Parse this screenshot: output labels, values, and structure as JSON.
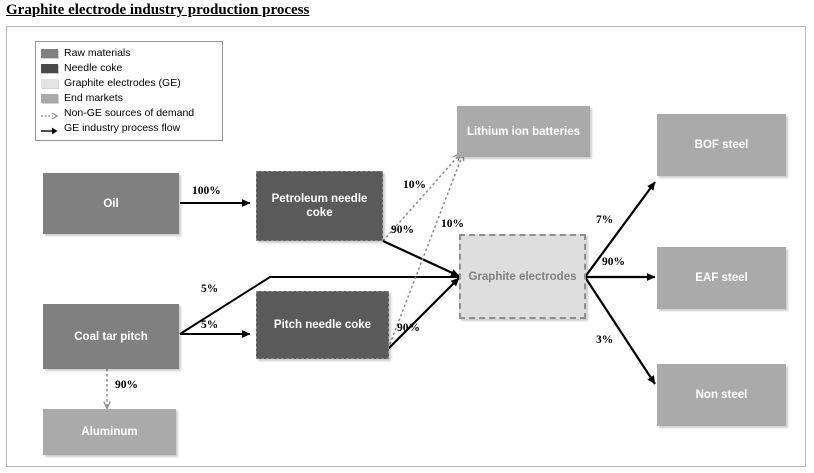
{
  "title": "Graphite electrode industry production process",
  "legend": {
    "items": [
      {
        "label": "Raw materials",
        "swatch": "#808080",
        "kind": "swatch",
        "icon": "raw-materials-swatch"
      },
      {
        "label": "Needle coke",
        "swatch": "#4a4a4a",
        "kind": "swatch",
        "icon": "needle-coke-swatch"
      },
      {
        "label": "Graphite electrodes (GE)",
        "swatch": "#e4e4e4",
        "kind": "swatch",
        "icon": "graphite-electrodes-swatch"
      },
      {
        "label": "End markets",
        "swatch": "#aaaaaa",
        "kind": "swatch",
        "icon": "end-markets-swatch"
      },
      {
        "label": "Non-GE sources of demand",
        "swatch": "#8a8a8a",
        "kind": "dotted-arrow",
        "icon": "dotted-arrow-icon"
      },
      {
        "label": "GE industry process flow",
        "swatch": "#000000",
        "kind": "solid-arrow",
        "icon": "solid-arrow-icon"
      }
    ]
  },
  "nodes": {
    "oil": {
      "label": "Oil",
      "category": "raw-materials"
    },
    "coal_tar_pitch": {
      "label": "Coal tar pitch",
      "category": "raw-materials"
    },
    "petroleum_needle_coke": {
      "label": "Petroleum needle coke",
      "category": "needle-coke"
    },
    "pitch_needle_coke": {
      "label": "Pitch needle coke",
      "category": "needle-coke"
    },
    "graphite_electrodes": {
      "label": "Graphite electrodes",
      "category": "graphite-electrodes"
    },
    "lithium_ion_batteries": {
      "label": "Lithium ion batteries",
      "category": "end-markets"
    },
    "aluminum": {
      "label": "Aluminum",
      "category": "end-markets"
    },
    "bof_steel": {
      "label": "BOF steel",
      "category": "end-markets"
    },
    "eaf_steel": {
      "label": "EAF steel",
      "category": "end-markets"
    },
    "non_steel": {
      "label": "Non steel",
      "category": "end-markets"
    }
  },
  "flows": [
    {
      "id": "oil-to-pnc",
      "from": "oil",
      "to": "petroleum_needle_coke",
      "value": "100%",
      "style": "solid"
    },
    {
      "id": "ctp-to-ge",
      "from": "coal_tar_pitch",
      "to": "graphite_electrodes",
      "value": "5%",
      "style": "solid"
    },
    {
      "id": "ctp-to-pnc2",
      "from": "coal_tar_pitch",
      "to": "pitch_needle_coke",
      "value": "5%",
      "style": "solid"
    },
    {
      "id": "ctp-to-aluminum",
      "from": "coal_tar_pitch",
      "to": "aluminum",
      "value": "90%",
      "style": "dotted"
    },
    {
      "id": "pnc-to-lib",
      "from": "petroleum_needle_coke",
      "to": "lithium_ion_batteries",
      "value": "10%",
      "style": "dotted"
    },
    {
      "id": "pnc-to-ge",
      "from": "petroleum_needle_coke",
      "to": "graphite_electrodes",
      "value": "90%",
      "style": "solid"
    },
    {
      "id": "pitch-to-lib",
      "from": "pitch_needle_coke",
      "to": "lithium_ion_batteries",
      "value": "10%",
      "style": "dotted"
    },
    {
      "id": "pitch-to-ge",
      "from": "pitch_needle_coke",
      "to": "graphite_electrodes",
      "value": "90%",
      "style": "solid"
    },
    {
      "id": "ge-to-bof",
      "from": "graphite_electrodes",
      "to": "bof_steel",
      "value": "7%",
      "style": "solid"
    },
    {
      "id": "ge-to-eaf",
      "from": "graphite_electrodes",
      "to": "eaf_steel",
      "value": "90%",
      "style": "solid"
    },
    {
      "id": "ge-to-nonsteel",
      "from": "graphite_electrodes",
      "to": "non_steel",
      "value": "3%",
      "style": "solid"
    }
  ],
  "colors": {
    "raw_materials": "#808080",
    "needle_coke": "#5a5a5a",
    "graphite_electrodes": "#dedede",
    "end_markets": "#aaaaaa",
    "flow_solid": "#000000",
    "flow_dotted": "#8a8a8a",
    "frame_border": "#b9b9b9"
  }
}
